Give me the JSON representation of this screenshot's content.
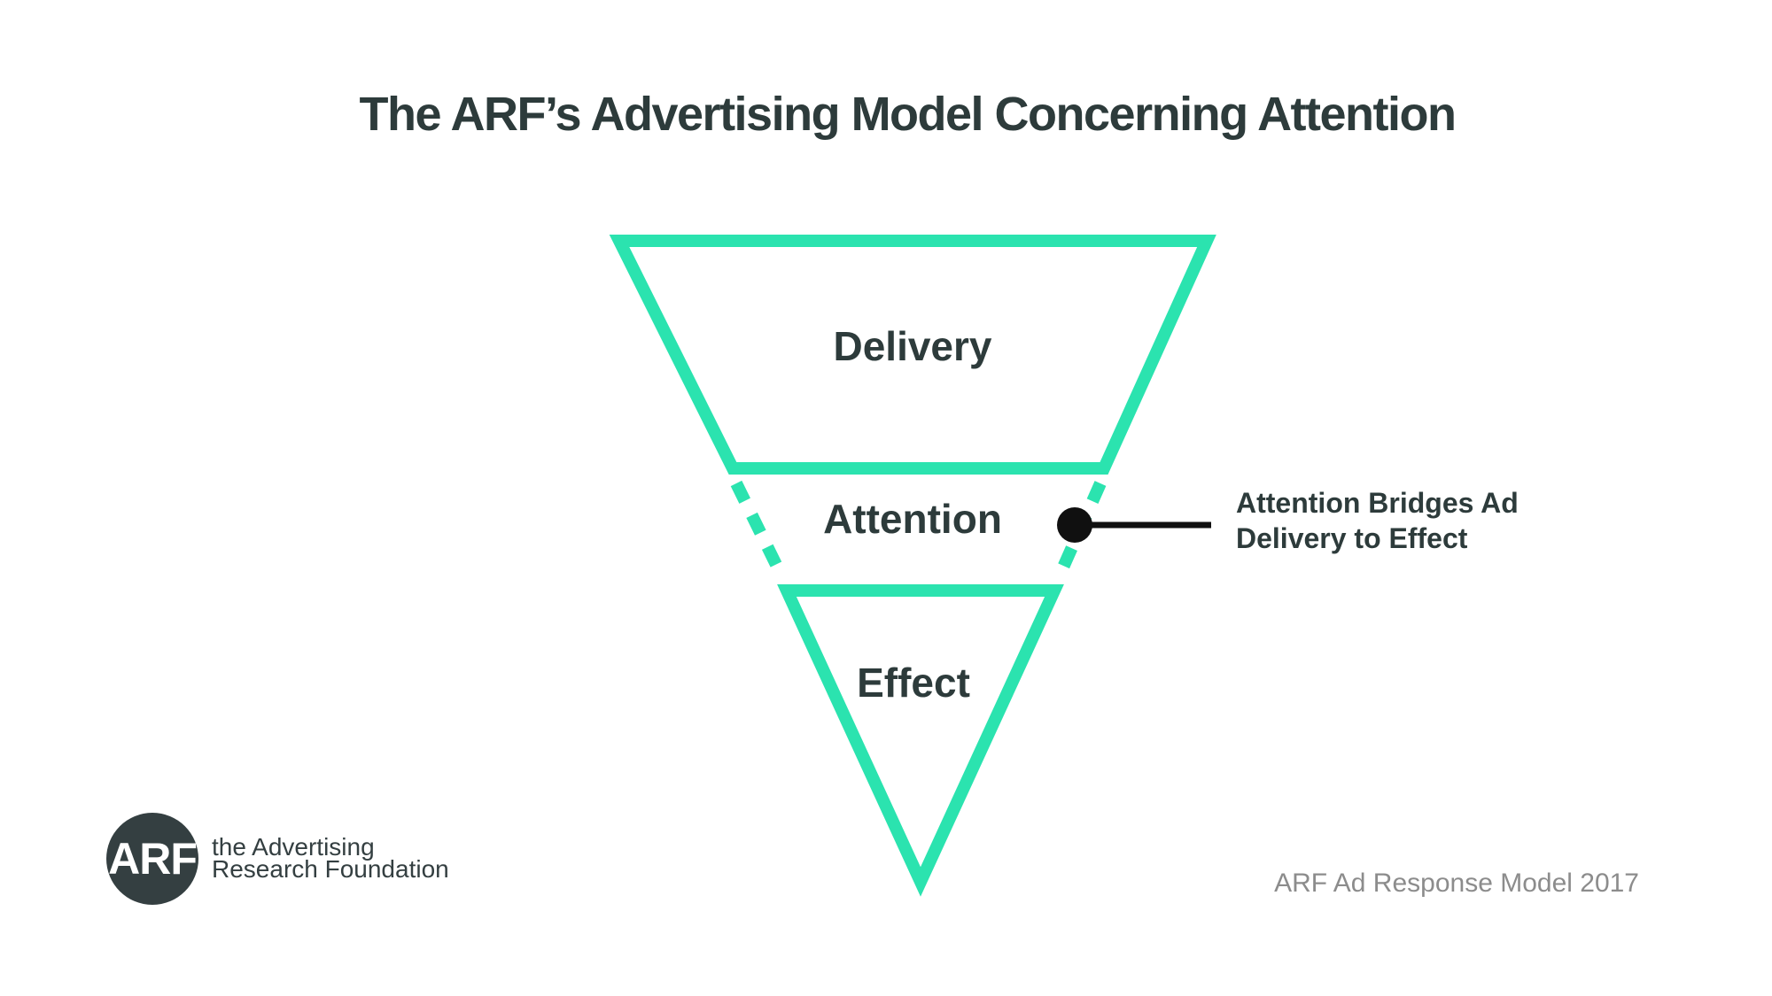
{
  "title": "The ARF’s Advertising Model Concerning Attention",
  "funnel": {
    "stages": [
      {
        "label": "Delivery"
      },
      {
        "label": "Attention"
      },
      {
        "label": "Effect"
      }
    ]
  },
  "callout": {
    "line1": "Attention Bridges Ad",
    "line2": "Delivery to Effect"
  },
  "logo": {
    "monogram": "ARF",
    "name_line1": "the Advertising",
    "name_line2": "Research Foundation"
  },
  "footer": {
    "credit": "ARF Ad Response Model 2017"
  },
  "colors": {
    "accent_teal": "#2BE3AF",
    "text_dark": "#2D3B3B",
    "callout_black": "#101010",
    "footer_gray": "#8C8C8C",
    "logo_circle": "#343F41"
  }
}
